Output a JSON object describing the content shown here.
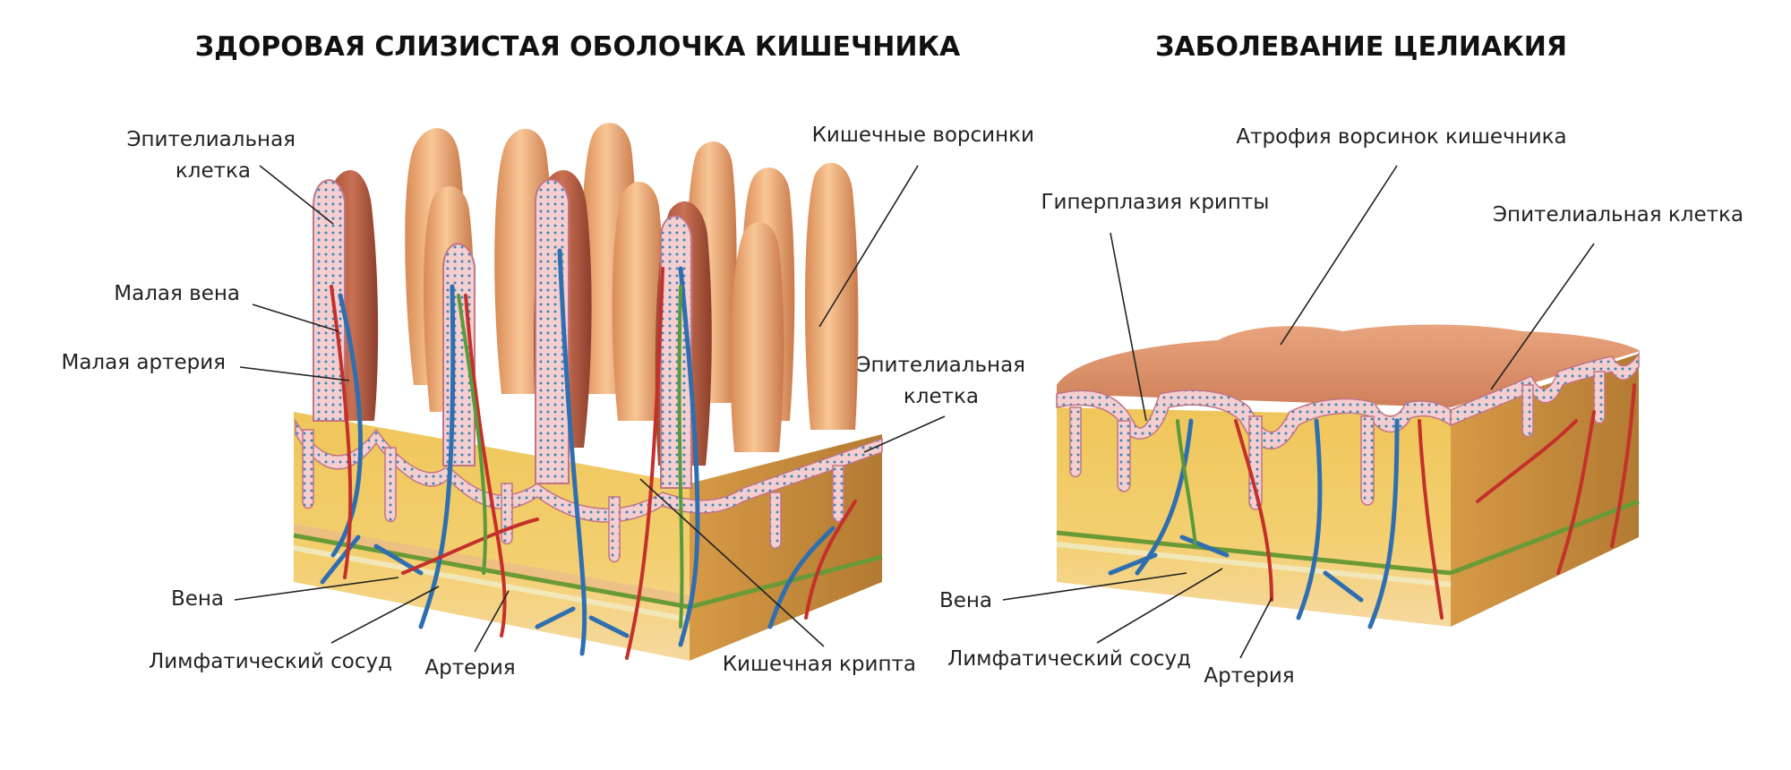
{
  "titles": {
    "healthy": "ЗДОРОВАЯ СЛИЗИСТАЯ ОБОЛОЧКА КИШЕЧНИКА",
    "disease": "ЗАБОЛЕВАНИЕ ЦЕЛИАКИЯ"
  },
  "healthy_labels": {
    "epithelial_cell_1": "Эпителиальная",
    "epithelial_cell_2": "клетка",
    "small_vein": "Малая вена",
    "small_artery": "Малая артерия",
    "villi": "Кишечные ворсинки",
    "epithelial_right_1": "Эпителиальная",
    "epithelial_right_2": "клетка",
    "vein": "Вена",
    "lymphatic": "Лимфатический сосуд",
    "artery": "Артерия",
    "crypt": "Кишечная крипта"
  },
  "disease_labels": {
    "atrophy": "Атрофия ворсинок кишечника",
    "crypt_hyperplasia": "Гиперплазия крипты",
    "epithelial": "Эпителиальная клетка",
    "vein": "Вена",
    "lymphatic": "Лимфатический сосуд",
    "artery": "Артерия"
  },
  "colors": {
    "villus_light": "#f6c08e",
    "villus_dark": "#b8673e",
    "epithelium_pink": "#f3c7c9",
    "submucosa": "#f0c456",
    "submucosa_side": "#c98a3a",
    "vein_blue": "#2f6fb0",
    "artery_red": "#c4302b",
    "lymph_green": "#5a9a3a"
  }
}
